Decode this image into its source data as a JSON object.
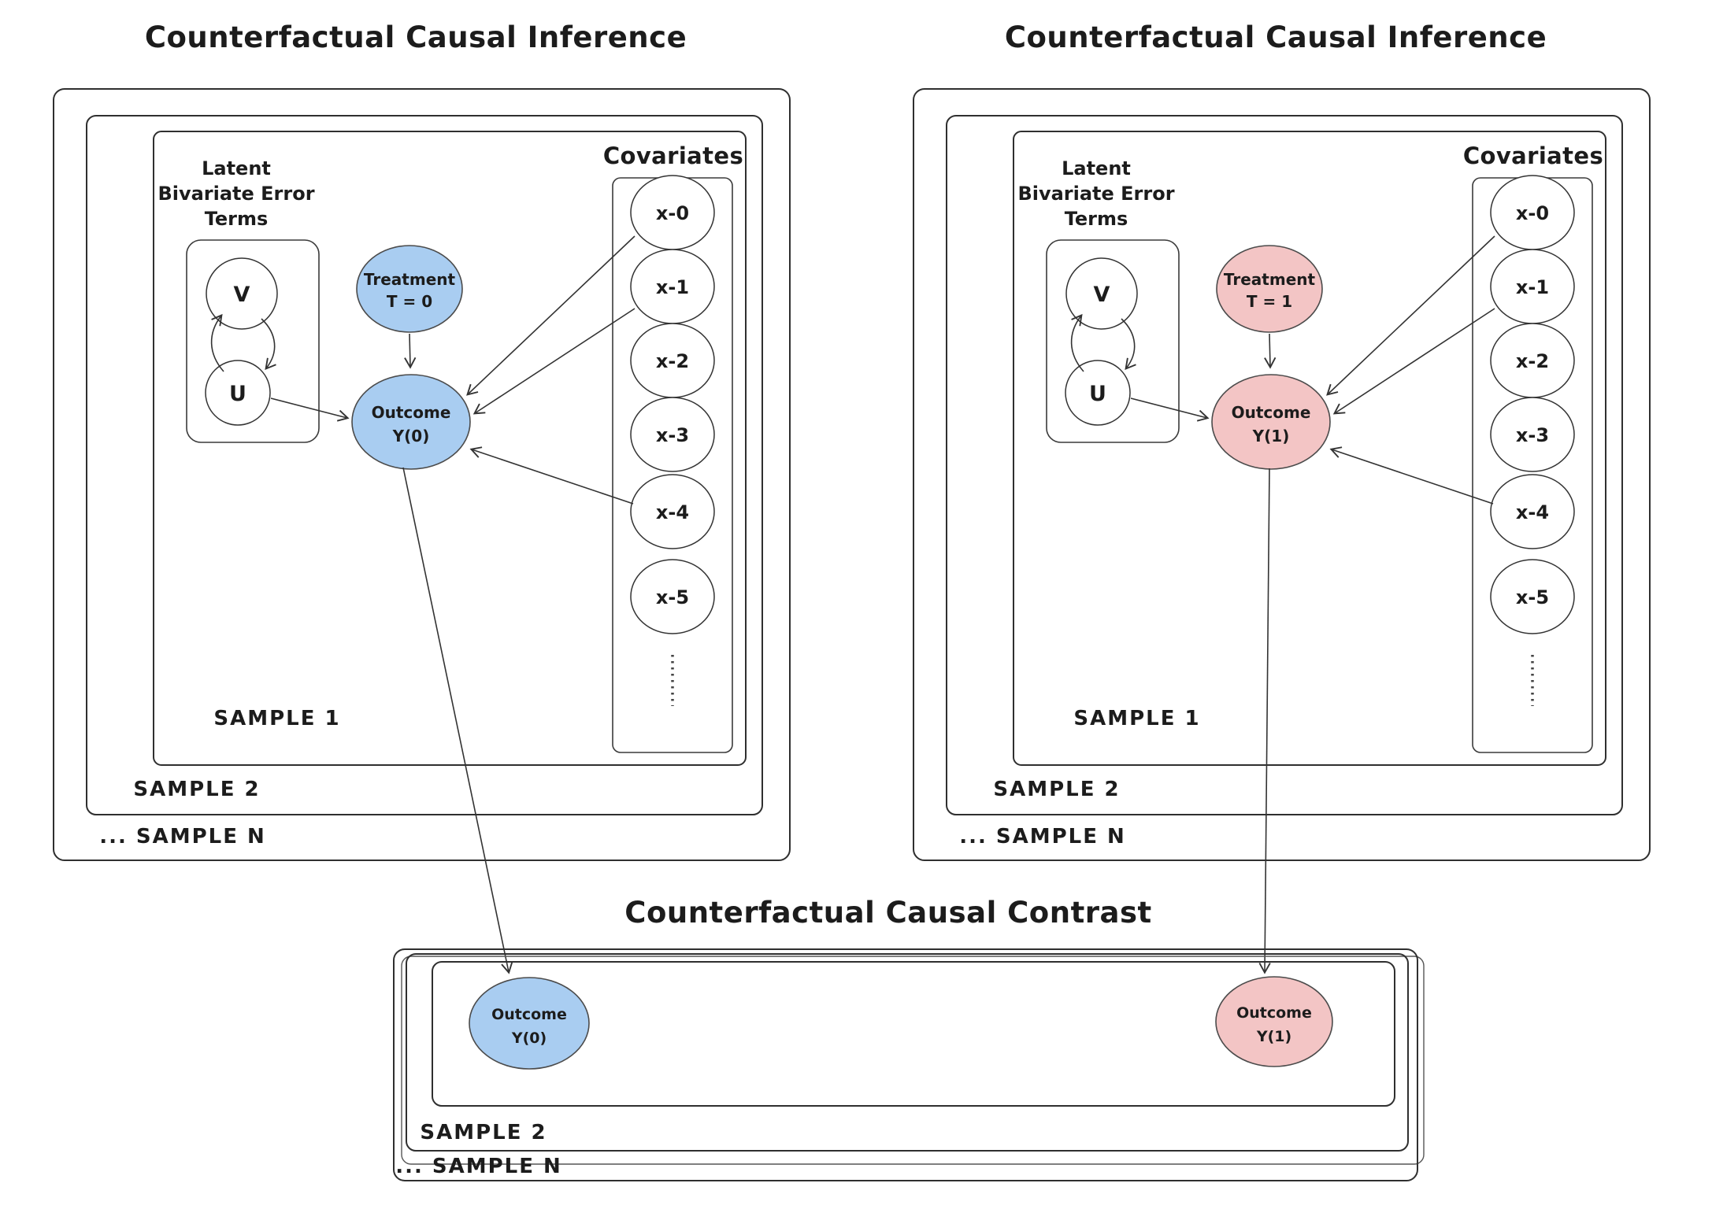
{
  "colors": {
    "control_fill": "#a9cdf1",
    "treated_fill": "#f3c5c5",
    "ink": "#2f2f2f"
  },
  "panel_left": {
    "title": "Counterfactual Causal Inference",
    "latent": {
      "line1": "Latent",
      "line2": "Bivariate Error",
      "line3": "Terms",
      "node_v": "V",
      "node_u": "U"
    },
    "treatment": {
      "line1": "Treatment",
      "line2": "T = 0"
    },
    "outcome": {
      "line1": "Outcome",
      "line2": "Y(0)"
    },
    "covariates": {
      "title": "Covariates",
      "items": [
        "x-0",
        "x-1",
        "x-2",
        "x-3",
        "x-4",
        "x-5"
      ]
    },
    "samples": {
      "s1": "SAMPLE 1",
      "s2": "SAMPLE 2",
      "sn": "... SAMPLE N"
    }
  },
  "panel_right": {
    "title": "Counterfactual Causal Inference",
    "latent": {
      "line1": "Latent",
      "line2": "Bivariate Error",
      "line3": "Terms",
      "node_v": "V",
      "node_u": "U"
    },
    "treatment": {
      "line1": "Treatment",
      "line2": "T = 1"
    },
    "outcome": {
      "line1": "Outcome",
      "line2": "Y(1)"
    },
    "covariates": {
      "title": "Covariates",
      "items": [
        "x-0",
        "x-1",
        "x-2",
        "x-3",
        "x-4",
        "x-5"
      ]
    },
    "samples": {
      "s1": "SAMPLE 1",
      "s2": "SAMPLE 2",
      "sn": "... SAMPLE N"
    }
  },
  "panel_bottom": {
    "title": "Counterfactual Causal Contrast",
    "outcome_control": {
      "line1": "Outcome",
      "line2": "Y(0)"
    },
    "outcome_treated": {
      "line1": "Outcome",
      "line2": "Y(1)"
    },
    "samples": {
      "s2": "SAMPLE 2",
      "sn": "... SAMPLE N"
    }
  }
}
